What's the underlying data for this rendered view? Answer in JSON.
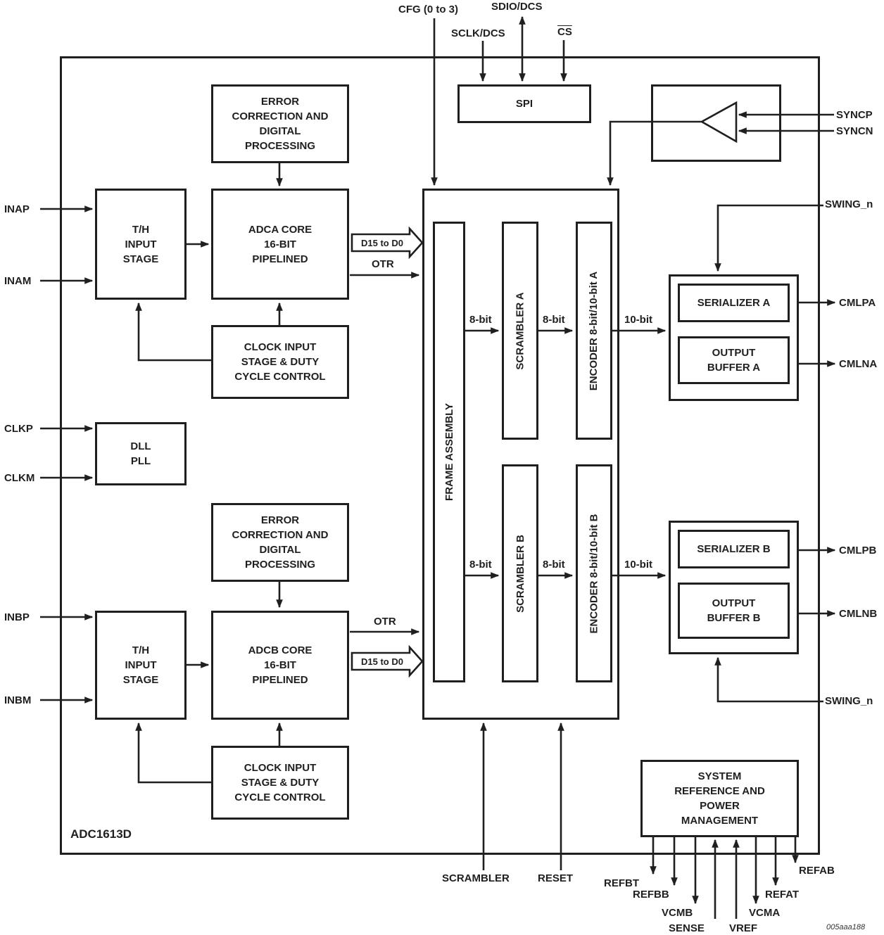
{
  "chip": {
    "name": "ADC1613D",
    "watermark": "005aaa188"
  },
  "blocks": {
    "error_correction_a": "ERROR\nCORRECTION AND\nDIGITAL\nPROCESSING",
    "spi": "SPI",
    "th_input_a": "T/H\nINPUT\nSTAGE",
    "adc_core_a": "ADCA CORE\n16-BIT\nPIPELINED",
    "clock_input_a": "CLOCK INPUT\nSTAGE & DUTY\nCYCLE CONTROL",
    "dll_pll": "DLL\nPLL",
    "error_correction_b": "ERROR\nCORRECTION AND\nDIGITAL\nPROCESSING",
    "th_input_b": "T/H\nINPUT\nSTAGE",
    "adc_core_b": "ADCB CORE\n16-BIT\nPIPELINED",
    "clock_input_b": "CLOCK INPUT\nSTAGE & DUTY\nCYCLE CONTROL",
    "frame_assembly": "FRAME ASSEMBLY",
    "scrambler_a": "SCRAMBLER A",
    "encoder_a": "ENCODER 8-bit/10-bit A",
    "scrambler_b": "SCRAMBLER B",
    "encoder_b": "ENCODER 8-bit/10-bit B",
    "serializer_a": "SERIALIZER A",
    "output_buffer_a": "OUTPUT\nBUFFER A",
    "serializer_b": "SERIALIZER B",
    "output_buffer_b": "OUTPUT\nBUFFER B",
    "system_reference": "SYSTEM\nREFERENCE AND\nPOWER\nMANAGEMENT"
  },
  "pins": {
    "cfg": "CFG (0 to 3)",
    "sdio_dcs": "SDIO/DCS",
    "sclk_dcs": "SCLK/DCS",
    "cs": "CS",
    "syncp": "SYNCP",
    "syncn": "SYNCN",
    "inap": "INAP",
    "inam": "INAM",
    "clkp": "CLKP",
    "clkm": "CLKM",
    "inbp": "INBP",
    "inbm": "INBM",
    "swing_n": "SWING_n",
    "cmlpa": "CMLPA",
    "cmlna": "CMLNA",
    "cmlpb": "CMLPB",
    "cmlnb": "CMLNB",
    "scrambler": "SCRAMBLER",
    "reset": "RESET",
    "refbt": "REFBT",
    "refbb": "REFBB",
    "vcmb": "VCMB",
    "sense": "SENSE",
    "vref": "VREF",
    "vcma": "VCMA",
    "refat": "REFAT",
    "refab": "REFAB"
  },
  "bus_labels": {
    "d15_d0": "D15 to D0",
    "otr": "OTR",
    "bit8": "8-bit",
    "bit10": "10-bit"
  }
}
